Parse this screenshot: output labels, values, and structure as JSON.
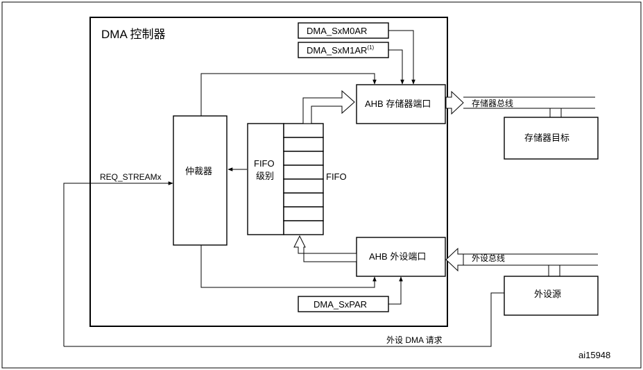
{
  "diagram": {
    "controller_title": "DMA 控制器",
    "arbiter": "仲裁器",
    "fifo_level_line1": "FIFO",
    "fifo_level_line2": "级别",
    "fifo": "FIFO",
    "ahb_memory_port": "AHB 存储器端口",
    "ahb_peripheral_port": "AHB 外设端口",
    "reg_m0ar": "DMA_SxM0AR",
    "reg_m1ar": "DMA_SxM1AR",
    "reg_m1ar_sup": "(1)",
    "reg_par": "DMA_SxPAR",
    "memory_bus": "存储器总线",
    "memory_target": "存储器目标",
    "peripheral_bus": "外设总线",
    "peripheral_source": "外设源",
    "req_stream": "REQ_STREAMx",
    "peripheral_dma_request": "外设 DMA 请求",
    "figure_id": "ai15948"
  }
}
